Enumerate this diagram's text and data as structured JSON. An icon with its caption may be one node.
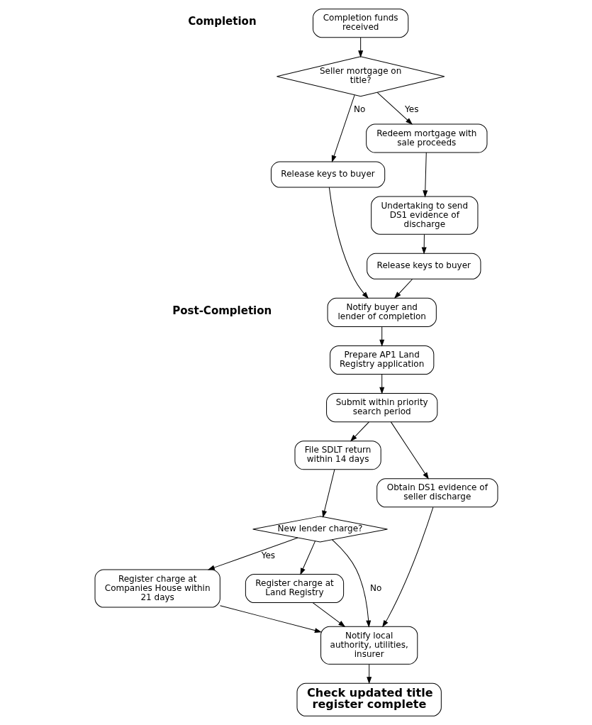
{
  "diagram": {
    "nodes": [
      {
        "text": [
          "Completion funds received"
        ]
      },
      {
        "text": [
          "Seller mortgage on title?"
        ]
      },
      {
        "text": [
          "Redeem mortgage with sale proceeds"
        ]
      },
      {
        "text": [
          "Undertaking to send DS1 evidence of discharge"
        ]
      },
      {
        "text": [
          "Release keys to buyer"
        ]
      },
      {
        "text": [
          "Release keys to buyer"
        ]
      },
      {
        "text": [
          "Notify buyer and lender of completion"
        ]
      },
      {
        "text": [
          "Prepare AP1 Land Registry application"
        ]
      },
      {
        "text": [
          "Submit within priority search period"
        ]
      },
      {
        "text": [
          "Obtain DS1 evidence of seller discharge"
        ]
      },
      {
        "text": [
          "File SDLT return within 14 days"
        ]
      },
      {
        "text": [
          "New lender charge?"
        ]
      },
      {
        "text": [
          "Register charge at Companies House within 21 days"
        ]
      },
      {
        "text": [
          "Register charge at Land Registry"
        ]
      },
      {
        "text": [
          "Notify local authority, utilities, insurer"
        ]
      },
      {
        "text": [
          "Check updated title register complete"
        ]
      }
    ],
    "edges": [
      {
        "from": 0,
        "to": 1,
        "arrow": "to"
      },
      {
        "from": 1,
        "to": 2,
        "arrow": "to",
        "label": "Yes"
      },
      {
        "from": 1,
        "to": 4,
        "arrow": "to",
        "label": "No"
      },
      {
        "from": 2,
        "to": 3,
        "arrow": "to"
      },
      {
        "from": 3,
        "to": 5,
        "arrow": "to"
      },
      {
        "from": 4,
        "to": 6,
        "arrow": "to"
      },
      {
        "from": 5,
        "to": 6,
        "arrow": "to"
      },
      {
        "from": 6,
        "to": 7,
        "arrow": "to"
      },
      {
        "from": 7,
        "to": 8,
        "arrow": "to"
      },
      {
        "from": 8,
        "to": 9,
        "arrow": "to"
      },
      {
        "from": 8,
        "to": 10,
        "arrow": "to"
      },
      {
        "from": 10,
        "to": 11,
        "arrow": "to"
      },
      {
        "from": 11,
        "to": 12,
        "arrow": "to",
        "label": "Yes"
      },
      {
        "from": 11,
        "to": 13,
        "arrow": "to"
      },
      {
        "from": 11,
        "to": 14,
        "arrow": "to",
        "label": "No"
      },
      {
        "from": 12,
        "to": 14,
        "arrow": "to"
      },
      {
        "from": 13,
        "to": 14,
        "arrow": "to"
      },
      {
        "from": 9,
        "to": 14,
        "arrow": "to"
      },
      {
        "from": 14,
        "to": 15,
        "arrow": "to"
      }
    ],
    "labels": [
      "Completion",
      "Post-Completion"
    ]
  }
}
